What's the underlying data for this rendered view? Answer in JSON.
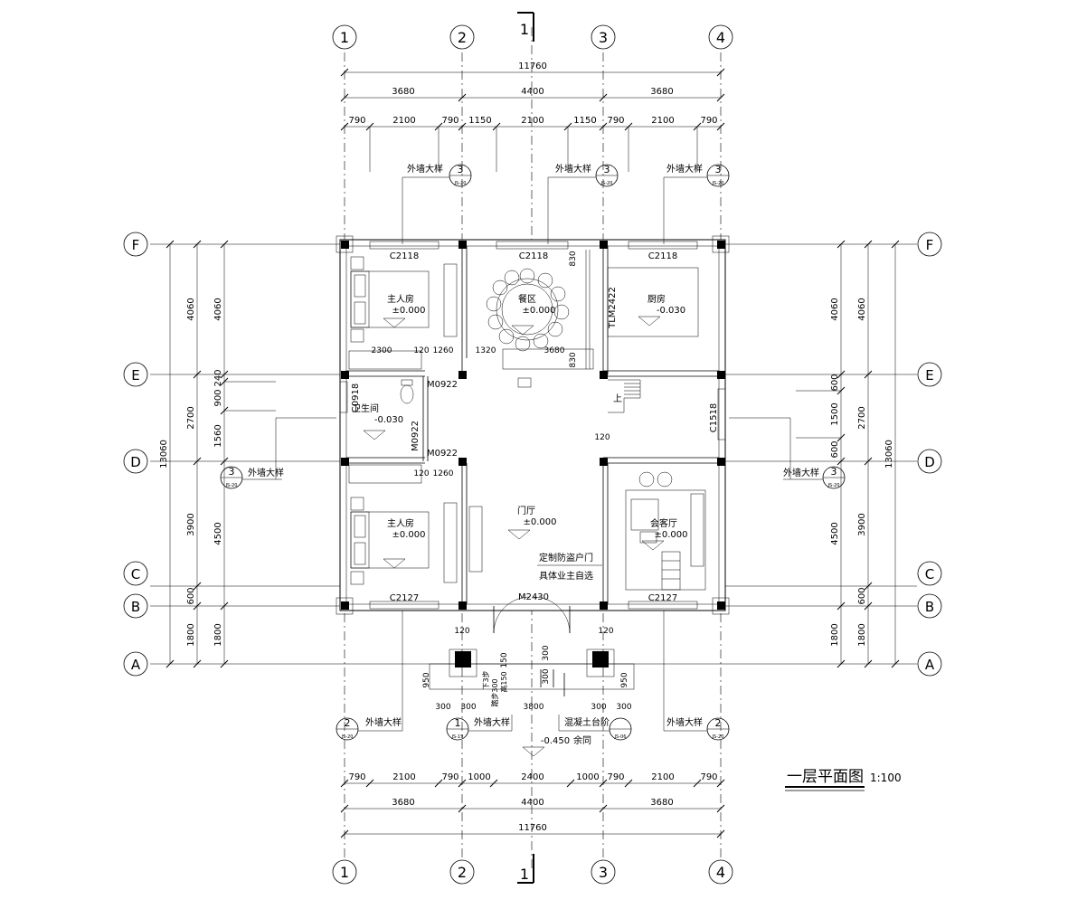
{
  "drawing_title": "一层平面图",
  "scale": "1:100",
  "axes_x": [
    "1",
    "2",
    "3",
    "4"
  ],
  "axes_y": [
    "F",
    "E",
    "D",
    "C",
    "B",
    "A"
  ],
  "section_mark": "1",
  "dims_top_total": "11760",
  "dims_top_bays": [
    "3680",
    "4400",
    "3680"
  ],
  "dims_top_detail": [
    "790",
    "2100",
    "790",
    "1150",
    "2100",
    "1150",
    "790",
    "2100",
    "790"
  ],
  "dims_bottom_detail": [
    "790",
    "2100",
    "790",
    "1000",
    "2400",
    "1000",
    "790",
    "2100",
    "790"
  ],
  "dims_bottom_bays": [
    "3680",
    "4400",
    "3680"
  ],
  "dims_bottom_total": "11760",
  "dims_left_outer": [
    "4060",
    "2700",
    "3900",
    "600",
    "1800"
  ],
  "dims_left_inner": [
    "4060",
    "900",
    "240",
    "1560",
    "4500",
    "1800"
  ],
  "dims_right_outer": [
    "4060",
    "2700",
    "3900",
    "600",
    "1800"
  ],
  "dims_right_inner": [
    "4060",
    "600",
    "1500",
    "600",
    "4500",
    "1800"
  ],
  "dim_total_13060": "13060",
  "detail_callout_label": "外墙大样",
  "detail_num_3": "3",
  "detail_num_2": "2",
  "detail_num_1": "1",
  "detail_sheet_20": "JS-20",
  "detail_sheet_19": "JS-19",
  "detail_sheet_06": "JS-06",
  "window_c2118": "C2118",
  "window_c2127": "C2127",
  "window_c0918": "C0918",
  "window_c1518": "C1518",
  "door_m0922": "M0922",
  "door_m2430": "M2430",
  "door_tlm2422": "TLM2422",
  "room_master": "主人房",
  "room_dining": "餐区",
  "room_kitchen": "厨房",
  "room_wc": "卫生间",
  "room_hall": "门厅",
  "room_lounge": "会客厅",
  "elev_0": "±0.000",
  "elev_m030": "-0.030",
  "elev_m450": "-0.450",
  "stair_up": "上",
  "door_note_1": "定制防盗户门",
  "door_note_2": "具体业主自选",
  "step_note_1": "混凝土台阶",
  "step_note_2": "余同",
  "dim_misc": [
    "2300",
    "120",
    "1260",
    "1320",
    "3680",
    "830",
    "830",
    "120",
    "120",
    "120",
    "950",
    "950",
    "300",
    "300",
    "300",
    "300",
    "3800",
    "150",
    "300",
    "300",
    "1260",
    "120"
  ],
  "step_notes": [
    "下3步",
    "踏步300",
    "高150"
  ]
}
